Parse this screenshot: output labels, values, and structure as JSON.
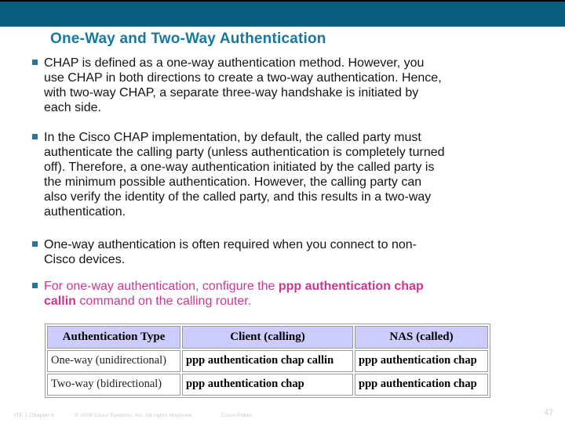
{
  "slide": {
    "title": "One-Way and Two-Way Authentication",
    "bullets": [
      {
        "lines": [
          "CHAP is defined as a one-way authentication method. However, you",
          "use CHAP in both directions to create a two-way authentication. Hence,",
          "with two-way CHAP, a separate three-way handshake is initiated by",
          "each side."
        ]
      },
      {
        "lines": [
          "In the Cisco CHAP implementation, by default, the called party must",
          "authenticate the calling party (unless authentication is completely turned",
          "off). Therefore, a one-way authentication initiated by the called party is",
          "the minimum possible authentication. However, the calling party can",
          "also verify the identity of the called party, and this results in a two-way",
          "authentication."
        ]
      },
      {
        "lines": [
          "One-way authentication is often required when you connect to non-",
          "Cisco devices."
        ]
      },
      {
        "rich_lines": [
          {
            "normal_before": "For one-way authentication, configure the ",
            "bold": "ppp authentication chap"
          },
          {
            "bold": "callin",
            "normal_after": " command on the calling router."
          }
        ]
      }
    ],
    "table": {
      "headers": [
        "Authentication Type",
        "Client (calling)",
        "NAS (called)"
      ],
      "rows": [
        [
          "One-way (unidirectional)",
          "ppp authentication chap callin",
          "ppp authentication chap"
        ],
        [
          "Two-way (bidirectional)",
          "ppp authentication chap",
          "ppp authentication chap"
        ]
      ]
    },
    "footer": {
      "chapter": "ITE 1 Chapter 6",
      "copyright": "© 2006 Cisco Systems, Inc. All rights reserved.",
      "classification": "Cisco Public",
      "page": "47"
    },
    "colors": {
      "header_bar": "#0b5d7e",
      "title_teal": "#1878a0",
      "bullet_square": "#2079a0",
      "command_magenta": "#cb3694",
      "table_header_bg": "#ccccff",
      "table_border": "#9a9a9a",
      "footer_gray": "#c4c8ca"
    }
  }
}
